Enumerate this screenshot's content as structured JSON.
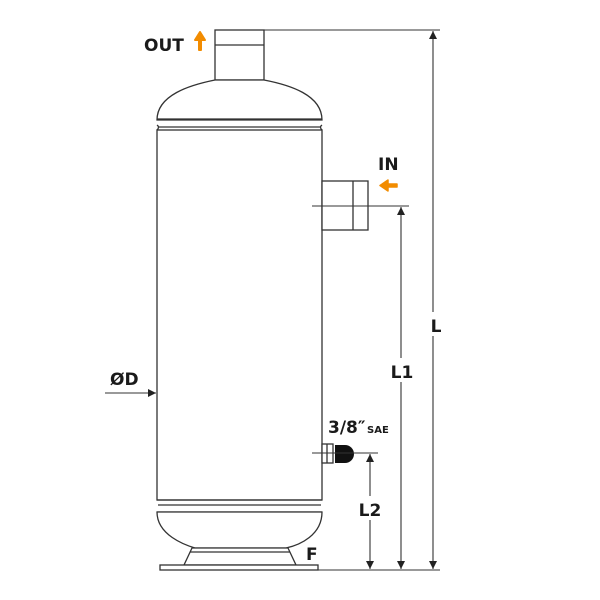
{
  "labels": {
    "out": "OUT",
    "in": "IN",
    "diameter": "ØD",
    "length": "L",
    "length1": "L1",
    "length2": "L2",
    "fitting_size": "3/8″",
    "fitting_type": "SAE",
    "foot": "F"
  },
  "colors": {
    "arrow_accent": "#f28c00",
    "line": "#333333"
  }
}
